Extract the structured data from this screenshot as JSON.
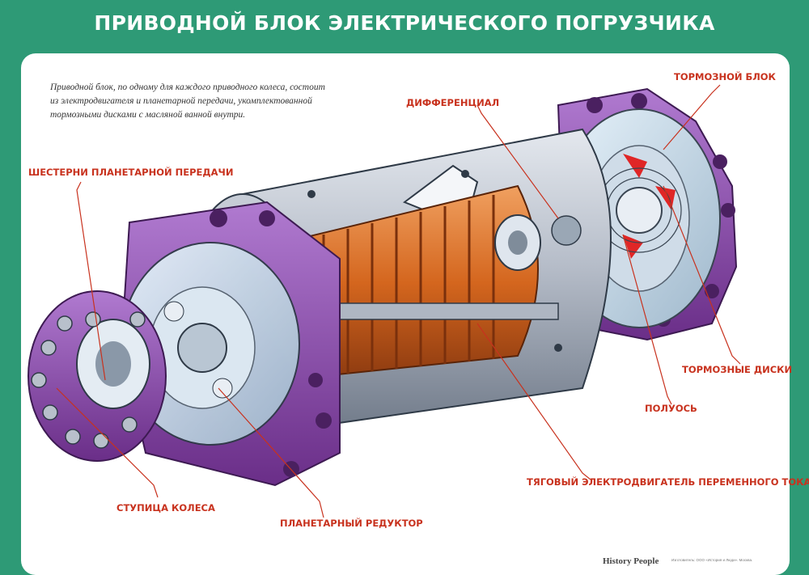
{
  "title": "ПРИВОДНОЙ БЛОК ЭЛЕКТРИЧЕСКОГО ПОГРУЗЧИКА",
  "description": "Приводной блок, по одному для каждого приводного колеса, состоит из электродвигателя и планетарной передачи, укомплектованной тормозными дисками с масляной ванной внутри.",
  "labels": {
    "brake_block": "ТОРМОЗНОЙ БЛОК",
    "differential": "ДИФФЕРЕНЦИАЛ",
    "planetary_gears": "ШЕСТЕРНИ ПЛАНЕТАРНОЙ ПЕРЕДАЧИ",
    "brake_discs": "ТОРМОЗНЫЕ ДИСКИ",
    "half_axle": "ПОЛУОСЬ",
    "traction_motor": "ТЯГОВЫЙ ЭЛЕКТРОДВИГАТЕЛЬ ПЕРЕМЕННОГО ТОКА",
    "wheel_hub": "СТУПИЦА КОЛЕСА",
    "planetary_reducer": "ПЛАНЕТАРНЫЙ РЕДУКТОР"
  },
  "footer": {
    "brand": "History People",
    "fine_print": "Изготовитель: ООО «История и Люди». Москва."
  },
  "colors": {
    "background": "#2e9a76",
    "label": "#c8321e",
    "housing": "#b3b9c4",
    "purple": "#8a4aa8",
    "copper": "#d4661e"
  }
}
